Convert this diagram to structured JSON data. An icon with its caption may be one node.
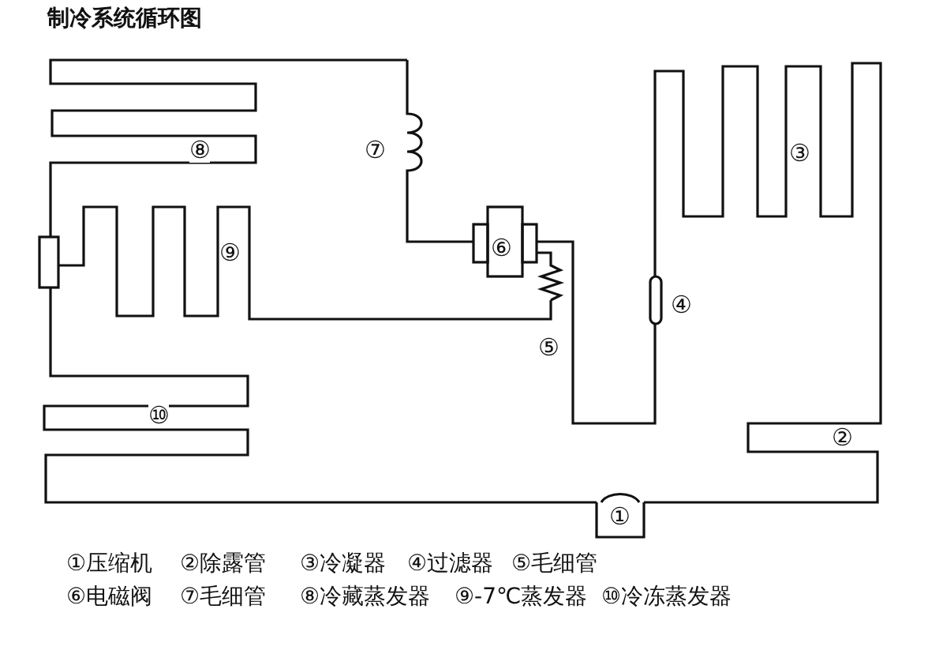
{
  "diagram": {
    "title": "制冷系统循环图",
    "labels": [
      "⑧",
      "⑦",
      "③",
      "⑨",
      "⑥",
      "④",
      "⑤",
      "⑩",
      "②",
      "①",
      "①压缩机",
      "②除露管",
      "③冷凝器",
      "④过滤器",
      "⑤毛细管",
      "⑥电磁阀",
      "⑦毛细管",
      "⑧冷藏蒸发器",
      "⑨-7℃蒸发器",
      "⑩冷冻蒸发器"
    ]
  }
}
